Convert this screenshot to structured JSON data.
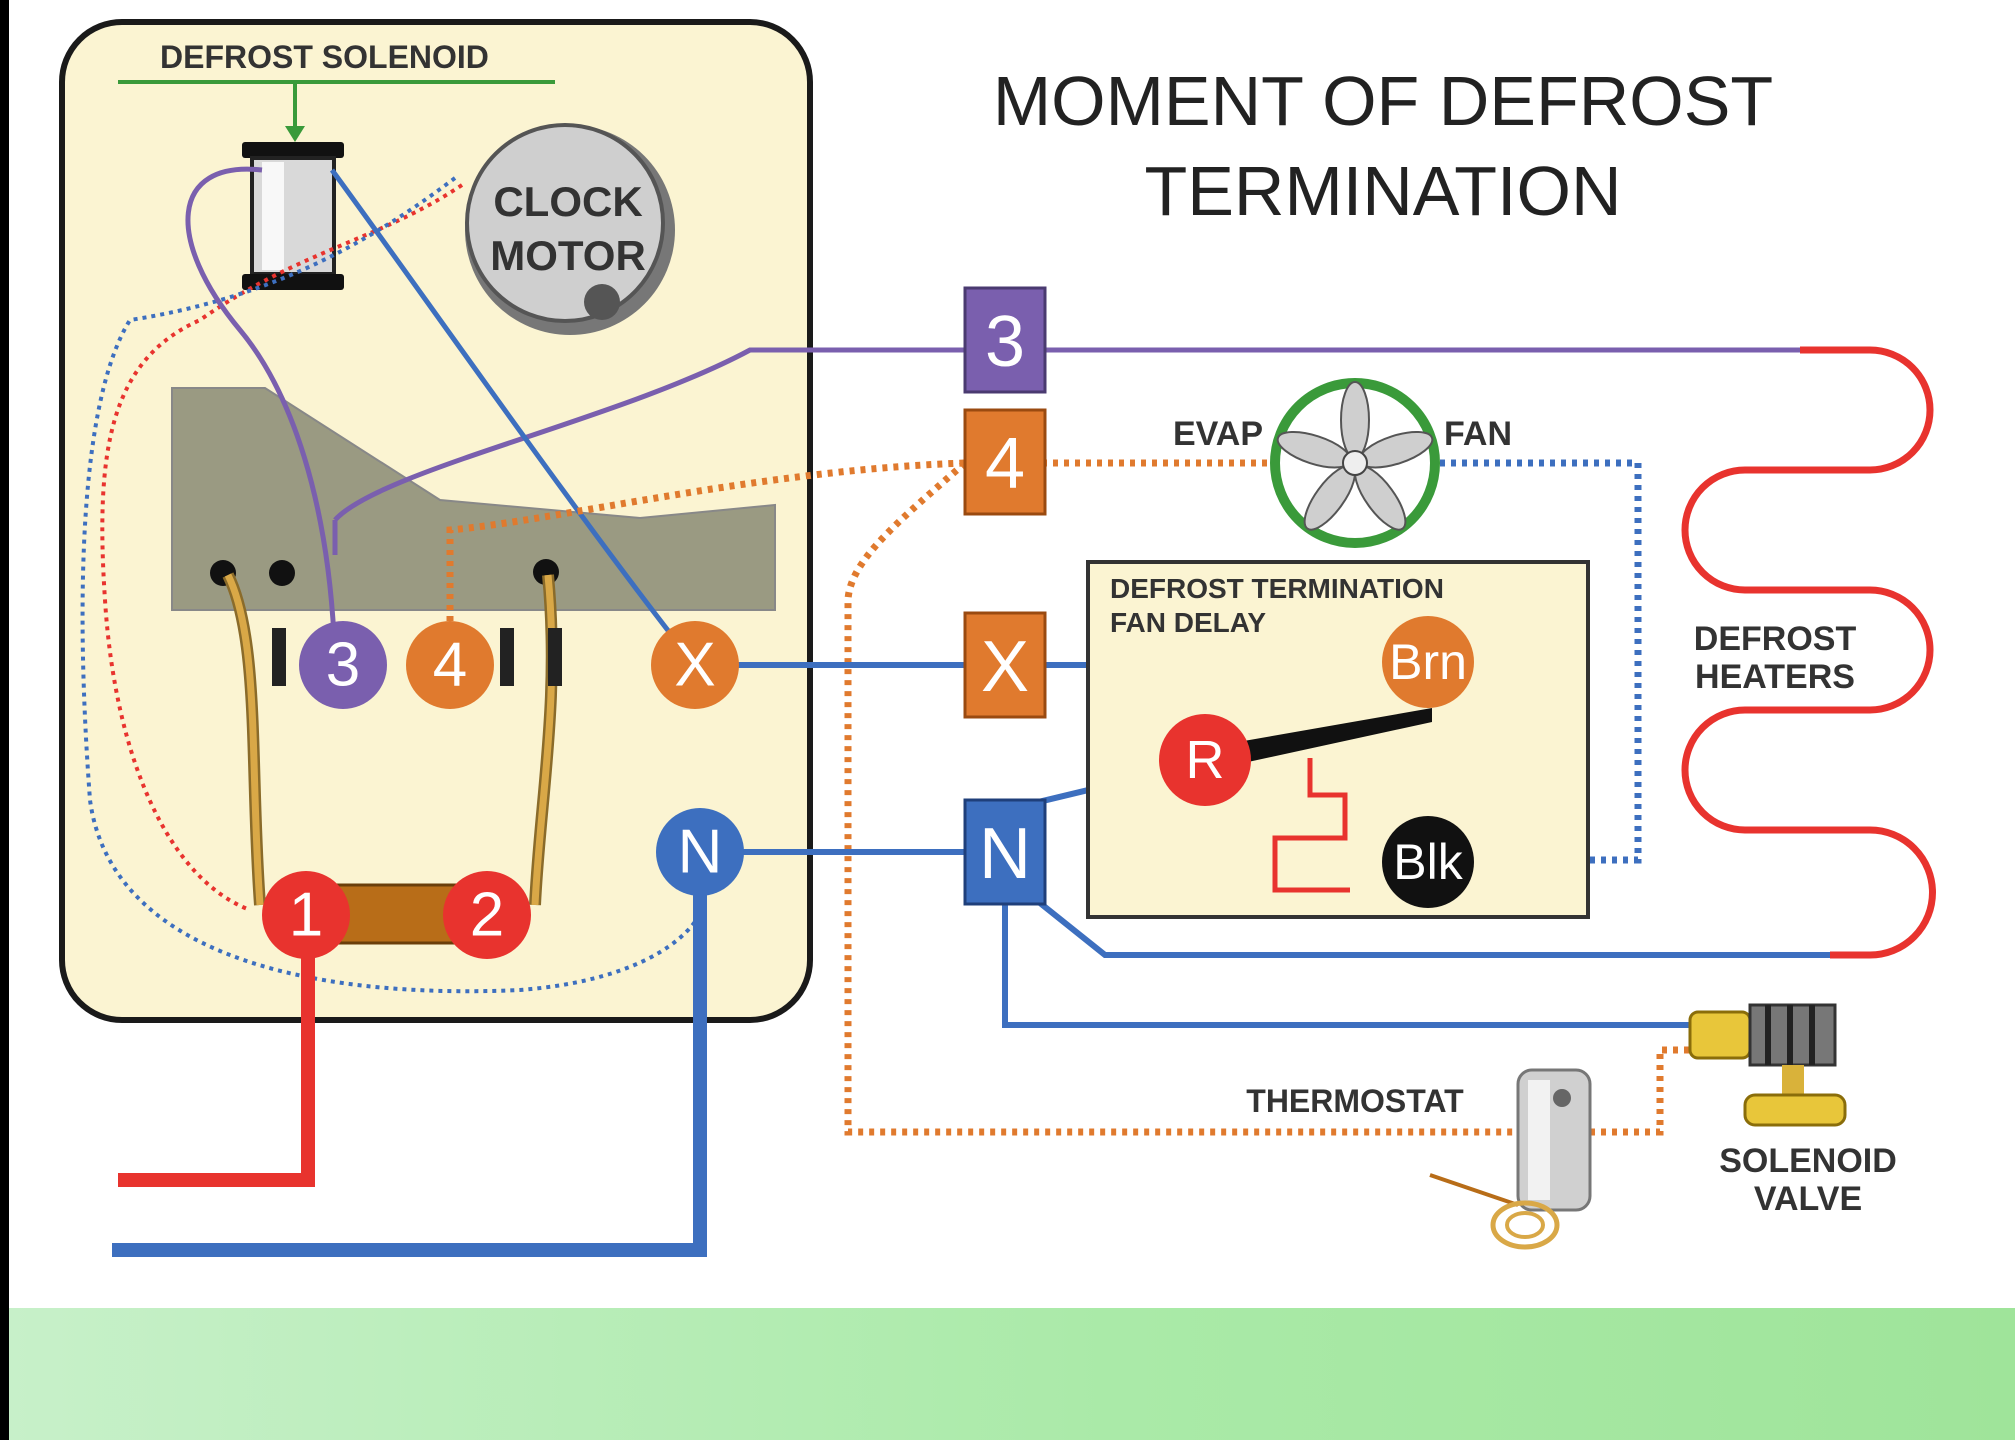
{
  "title": {
    "line1": "MOMENT OF DEFROST",
    "line2": "TERMINATION"
  },
  "timer": {
    "solenoid_label": "DEFROST SOLENOID",
    "clock_motor_line1": "CLOCK",
    "clock_motor_line2": "MOTOR",
    "terminals": {
      "t3": "3",
      "t4": "4",
      "tx": "X",
      "tn": "N",
      "t1": "1",
      "t2": "2"
    }
  },
  "junction": {
    "j3": "3",
    "j4": "4",
    "jx": "X",
    "jn": "N"
  },
  "fan": {
    "evap_label": "EVAP",
    "fan_label": "FAN"
  },
  "dtfd": {
    "label_line1": "DEFROST TERMINATION",
    "label_line2": "FAN DELAY",
    "brn": "Brn",
    "r": "R",
    "blk": "Blk"
  },
  "heaters": {
    "line1": "DEFROST",
    "line2": "HEATERS"
  },
  "thermostat_label": "THERMOSTAT",
  "solenoid_valve": {
    "line1": "SOLENOID",
    "line2": "VALVE"
  },
  "colors": {
    "purple": "#7a5fae",
    "orange": "#e07a2e",
    "blue": "#3d6fbf",
    "red": "#e8332e",
    "green": "#3a9a3a",
    "panel": "#fbf4d2"
  }
}
